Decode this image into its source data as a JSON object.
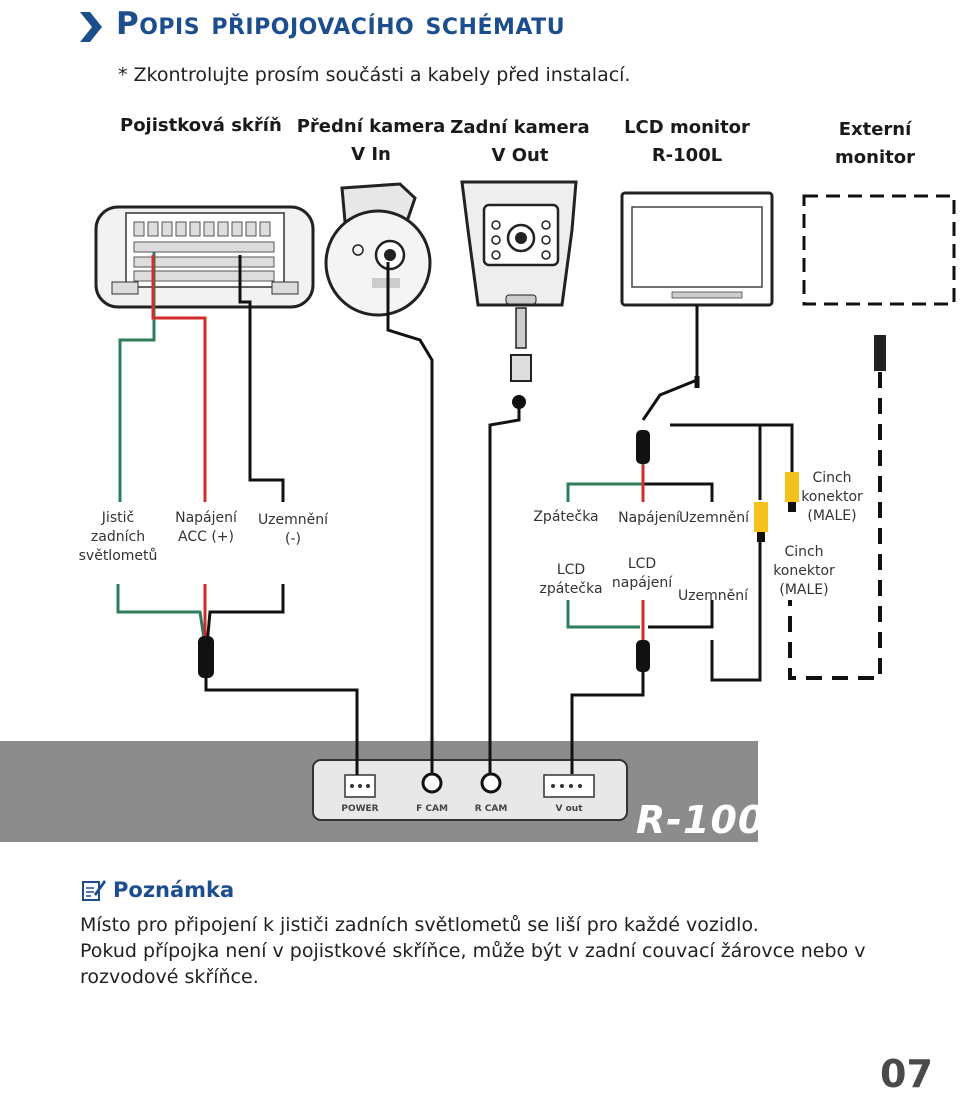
{
  "header": {
    "title": "Popis připojovacího schématu",
    "chevron_color": "#1c4e8e"
  },
  "intro_note": "* Zkontrolujte prosím součásti a kabely před instalací.",
  "devices": {
    "fuse_box": "Pojistková skříň",
    "front_camera": [
      "Přední kamera",
      "V In"
    ],
    "rear_camera": [
      "Zadní kamera",
      "V Out"
    ],
    "lcd_monitor": [
      "LCD monitor",
      "R-100L"
    ],
    "external_monitor": [
      "Externí",
      "monitor"
    ]
  },
  "wire_labels": {
    "breaker": [
      "Jistič",
      "zadních",
      "světlometů"
    ],
    "power_acc": [
      "Napájení",
      "ACC (+)"
    ],
    "ground": [
      "Uzemnění",
      "(-)"
    ],
    "reverse": "Zpátečka",
    "lcd_power_top": "Napájení",
    "lcd_ground_top": "Uzemnění",
    "lcd_reverse": [
      "LCD",
      "zpátečka"
    ],
    "lcd_power": [
      "LCD",
      "napájení"
    ],
    "lcd_ground": "Uzemnění",
    "cinch_top": [
      "Cinch",
      "konektor",
      "(MALE)"
    ],
    "cinch_bottom": [
      "Cinch",
      "konektor",
      "(MALE)"
    ]
  },
  "unit": {
    "model": "R-100",
    "ports": [
      "POWER",
      "F CAM",
      "R CAM",
      "V out"
    ]
  },
  "note": {
    "heading": "Poznámka",
    "lines": [
      "Místo pro připojení k jističi zadních světlometů se liší pro každé vozidlo.",
      "Pokud přípojka není v pojistkové skříňce, může být v zadní couvací žárovce nebo v rozvodové skříňce."
    ]
  },
  "page_number": "07",
  "colors": {
    "accent": "#1c4e8e",
    "wire_red": "#d62b2b",
    "wire_green": "#2e7d5b",
    "wire_black": "#111111",
    "cinch_yellow": "#f4c21a",
    "unit_band": "#8c8c8c"
  }
}
